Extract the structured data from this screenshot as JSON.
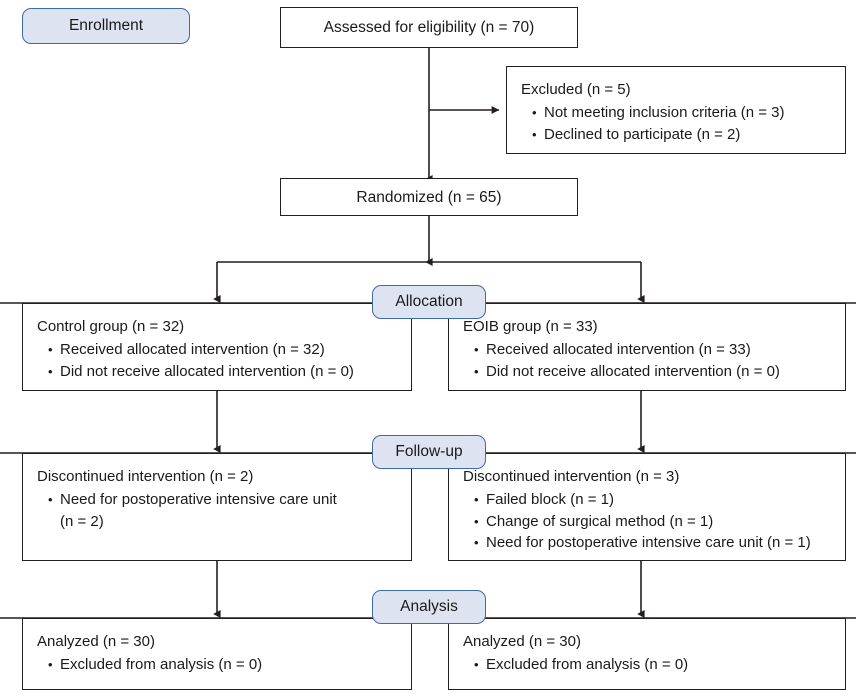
{
  "diagram": {
    "title": "CONSORT participant flow diagram",
    "accent_pill_fill": "#dde3f0",
    "accent_pill_border": "#3f6aa8",
    "line_color": "#231f20",
    "stage_labels": [
      {
        "id": "enrollment",
        "label": "Enrollment"
      },
      {
        "id": "allocation",
        "label": "Allocation"
      },
      {
        "id": "followup",
        "label": "Follow-up"
      },
      {
        "id": "analysis",
        "label": "Analysis"
      }
    ],
    "nodes": {
      "assessed": {
        "title": "Assessed for eligibility (n = 70)"
      },
      "excluded": {
        "title": "Excluded (n = 5)",
        "bullets": [
          "Not meeting inclusion criteria (n = 3)",
          "Declined to participate (n = 2)"
        ]
      },
      "randomized": {
        "title": "Randomized (n = 65)"
      },
      "alloc_left": {
        "title": "Control group (n = 32)",
        "bullets": [
          "Received allocated intervention (n = 32)",
          "Did not receive allocated intervention (n = 0)"
        ]
      },
      "alloc_right": {
        "title": "EOIB group (n = 33)",
        "bullets": [
          "Received allocated intervention (n = 33)",
          "Did not receive allocated intervention (n = 0)"
        ]
      },
      "followup_left": {
        "title": "Discontinued intervention (n = 2)",
        "bullets": [
          "Need for postoperative intensive care unit\n   (n = 2)"
        ]
      },
      "followup_right": {
        "title": "Discontinued intervention (n = 3)",
        "bullets": [
          "Failed block (n = 1)",
          "Change of surgical method (n = 1)",
          "Need for postoperative intensive care unit (n = 1)"
        ]
      },
      "analysis_left": {
        "title": "Analyzed (n = 30)",
        "bullets": [
          "Excluded from analysis (n = 0)"
        ]
      },
      "analysis_right": {
        "title": "Analyzed (n = 30)",
        "bullets": [
          "Excluded from analysis (n = 0)"
        ]
      }
    }
  }
}
